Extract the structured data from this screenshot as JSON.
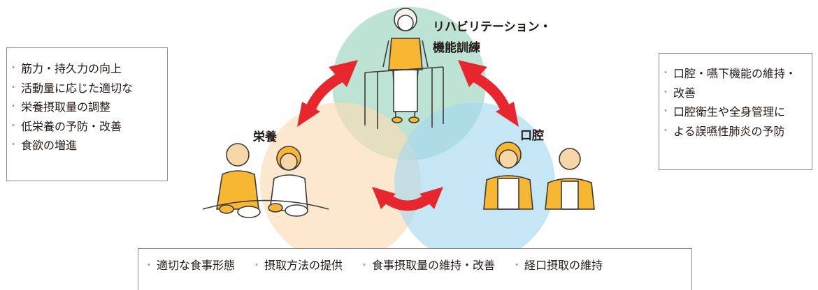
{
  "circles": {
    "rehab": {
      "label_line1": "リハビリテーション・",
      "label_line2": "機能訓練",
      "color": "#8fd1b6"
    },
    "nutrition": {
      "label": "栄養",
      "color": "#fbdcb4"
    },
    "oral": {
      "label": "口腔",
      "color": "#a6d9ef"
    }
  },
  "arrow_color": "#e8262d",
  "left_box": {
    "items": [
      "筋力・持久力の向上",
      "活動量に応じた適切な",
      "栄養摂取量の調整",
      "低栄養の予防・改善",
      "食欲の増進"
    ]
  },
  "right_box": {
    "items": [
      "口腔・嚥下機能の維持・",
      "改善",
      "口腔衛生や全身管理に",
      "よる誤嚥性肺炎の予防"
    ]
  },
  "bottom_box": {
    "items": [
      "適切な食事形態",
      "摂取方法の提供",
      "食事摂取量の維持・改善",
      "経口摂取の維持"
    ]
  }
}
